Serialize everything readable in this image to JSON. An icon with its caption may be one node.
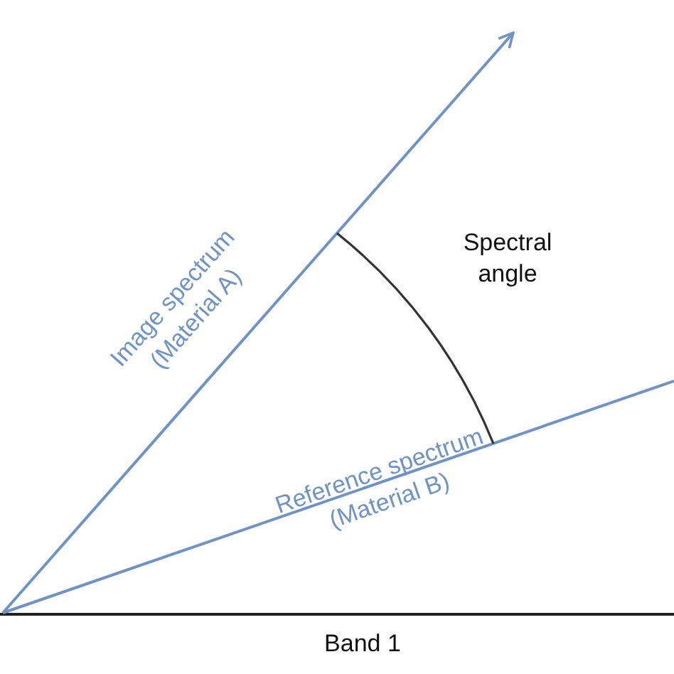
{
  "diagram": {
    "labels": [
      "Image spectrum (Material A)",
      "Spectral angle",
      "Reference spectrum (Material B)",
      "Band 1"
    ]
  }
}
